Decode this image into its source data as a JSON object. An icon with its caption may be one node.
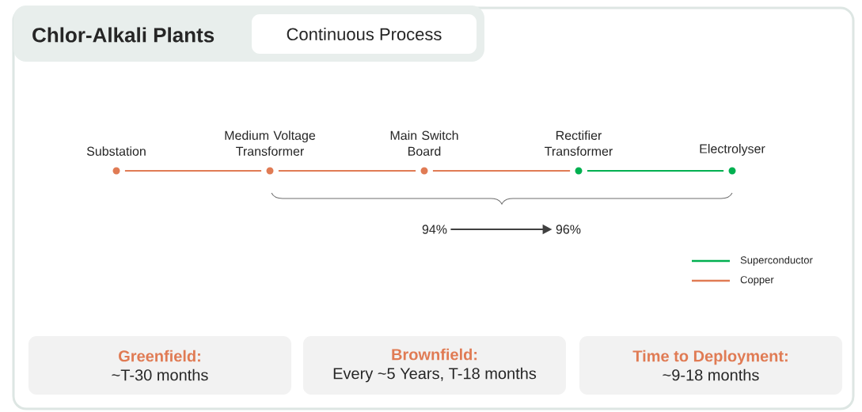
{
  "diagram": {
    "title": "Chlor-Alkali Plants",
    "nodes": [
      {
        "text": [
          "Continuous Process"
        ]
      },
      {
        "text": [
          "Substation"
        ]
      },
      {
        "text": [
          "Medium Voltage Transformer"
        ]
      },
      {
        "text": [
          "Main Switch Board"
        ]
      },
      {
        "text": [
          "Rectifier Transformer"
        ]
      },
      {
        "text": [
          "Electrolyser"
        ]
      },
      {
        "text": [
          "94%"
        ]
      },
      {
        "text": [
          "96%"
        ]
      },
      {
        "text": [
          "Greenfield:",
          "~T-30 months"
        ]
      },
      {
        "text": [
          "Brownfield:",
          "Every ~5 Years, T-18 months"
        ]
      },
      {
        "text": [
          "Time to Deployment:",
          "~9-18 months"
        ]
      }
    ],
    "edges": [
      {
        "from": 1,
        "to": 2,
        "arrow": "none"
      },
      {
        "from": 2,
        "to": 3,
        "arrow": "none"
      },
      {
        "from": 3,
        "to": 4,
        "arrow": "none"
      },
      {
        "from": 4,
        "to": 5,
        "arrow": "none",
        "color": "#00b050"
      },
      {
        "from": 6,
        "to": 7,
        "arrow": "to",
        "color": "#404040"
      }
    ],
    "legend": [
      {
        "text": "Superconductor"
      },
      {
        "text": "Copper"
      }
    ]
  }
}
